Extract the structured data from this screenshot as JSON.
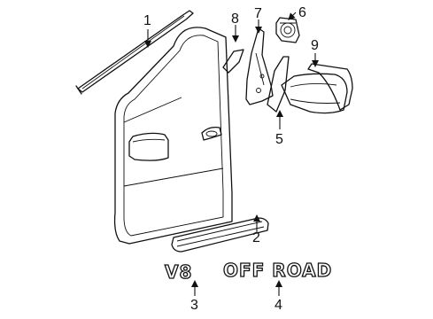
{
  "callouts": {
    "c1": "1",
    "c2": "2",
    "c3": "3",
    "c4": "4",
    "c5": "5",
    "c6": "6",
    "c7": "7",
    "c8": "8",
    "c9": "9"
  },
  "emblems": {
    "v8": "V8",
    "off_road": "OFF ROAD"
  }
}
